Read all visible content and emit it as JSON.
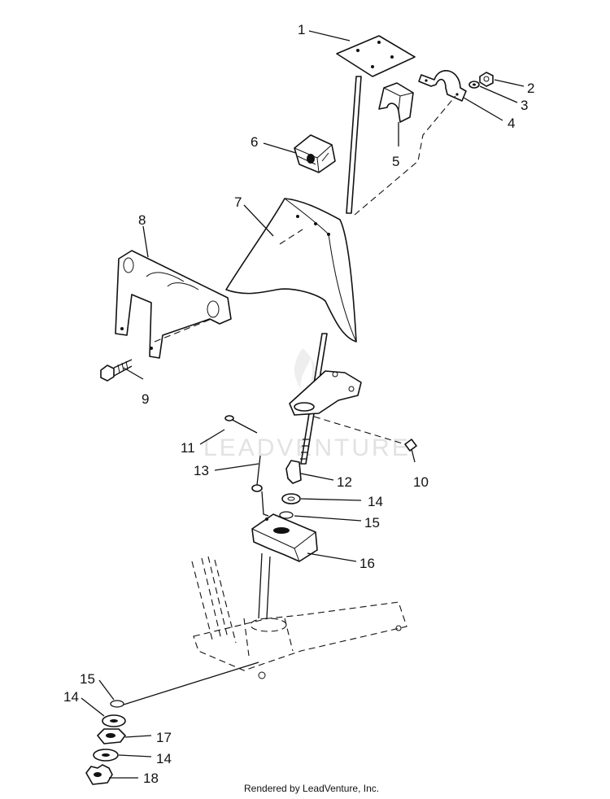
{
  "diagram": {
    "callouts": [
      {
        "id": "c1",
        "text": "1"
      },
      {
        "id": "c2",
        "text": "2"
      },
      {
        "id": "c3",
        "text": "3"
      },
      {
        "id": "c4",
        "text": "4"
      },
      {
        "id": "c5",
        "text": "5"
      },
      {
        "id": "c6",
        "text": "6"
      },
      {
        "id": "c7",
        "text": "7"
      },
      {
        "id": "c8",
        "text": "8"
      },
      {
        "id": "c9",
        "text": "9"
      },
      {
        "id": "c10",
        "text": "10"
      },
      {
        "id": "c11",
        "text": "11"
      },
      {
        "id": "c12",
        "text": "12"
      },
      {
        "id": "c13",
        "text": "13"
      },
      {
        "id": "c14a",
        "text": "14"
      },
      {
        "id": "c15a",
        "text": "15"
      },
      {
        "id": "c16",
        "text": "16"
      },
      {
        "id": "c15b",
        "text": "15"
      },
      {
        "id": "c14b",
        "text": "14"
      },
      {
        "id": "c17",
        "text": "17"
      },
      {
        "id": "c14c",
        "text": "14"
      },
      {
        "id": "c18",
        "text": "18"
      }
    ],
    "watermark": "LEADVENTURE",
    "footer": "Rendered by LeadVenture, Inc."
  }
}
